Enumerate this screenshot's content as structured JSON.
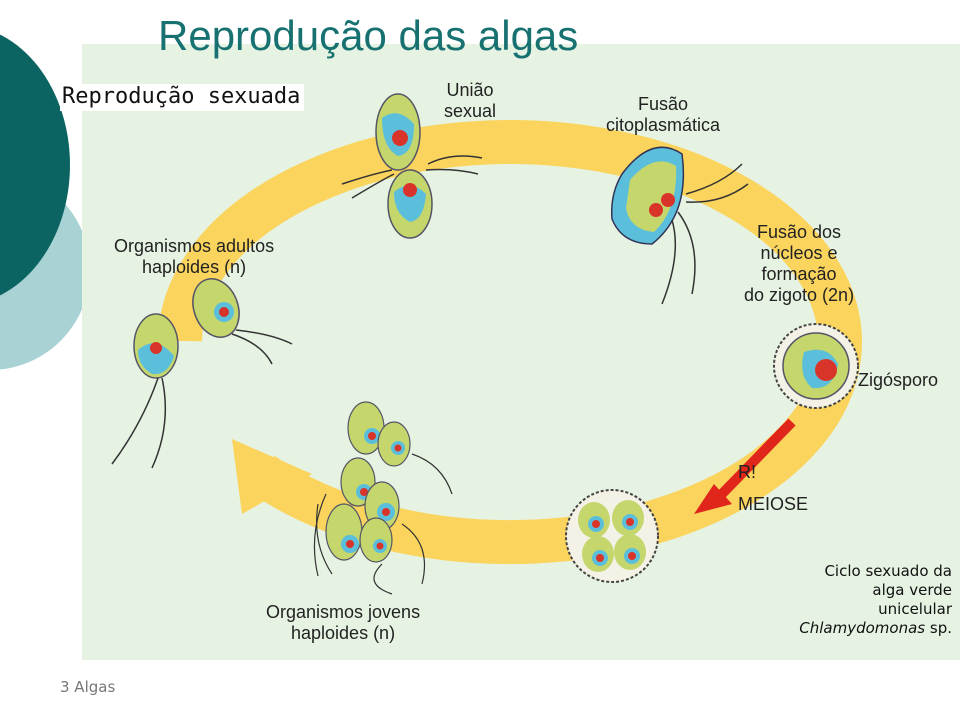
{
  "slide": {
    "title": "Reprodução das algas",
    "subtitle": "Reprodução sexuada",
    "footer": "3 Algas"
  },
  "diagram": {
    "stages": {
      "uniao_sexual": [
        "União",
        "sexual"
      ],
      "fusao_citoplasmatica": [
        "Fusão",
        "citoplasmática"
      ],
      "fusao_nucleos": [
        "Fusão dos",
        "núcleos e",
        "formação",
        "do zigoto (2n)"
      ],
      "zigosporo": "Zigósporo",
      "meiose_symbol": "R!",
      "meiose": "MEIOSE",
      "jovens": [
        "Organismos jovens",
        "haploides (n)"
      ],
      "adultos": [
        "Organismos adultos",
        "haploides (n)"
      ]
    },
    "caption": {
      "line1": "Ciclo sexuado da",
      "line2": "alga verde",
      "line3": "unicelular",
      "species": "Chlamydomonas",
      "suffix": " sp."
    },
    "colors": {
      "ring": "#fbd45e",
      "cell_body": "#c4d66c",
      "cytoplasm": "#5bbfdc",
      "nucleus": "#d9342a",
      "arrow_red": "#e0251b",
      "title": "#167170",
      "panel": "#e6f3e3"
    }
  }
}
